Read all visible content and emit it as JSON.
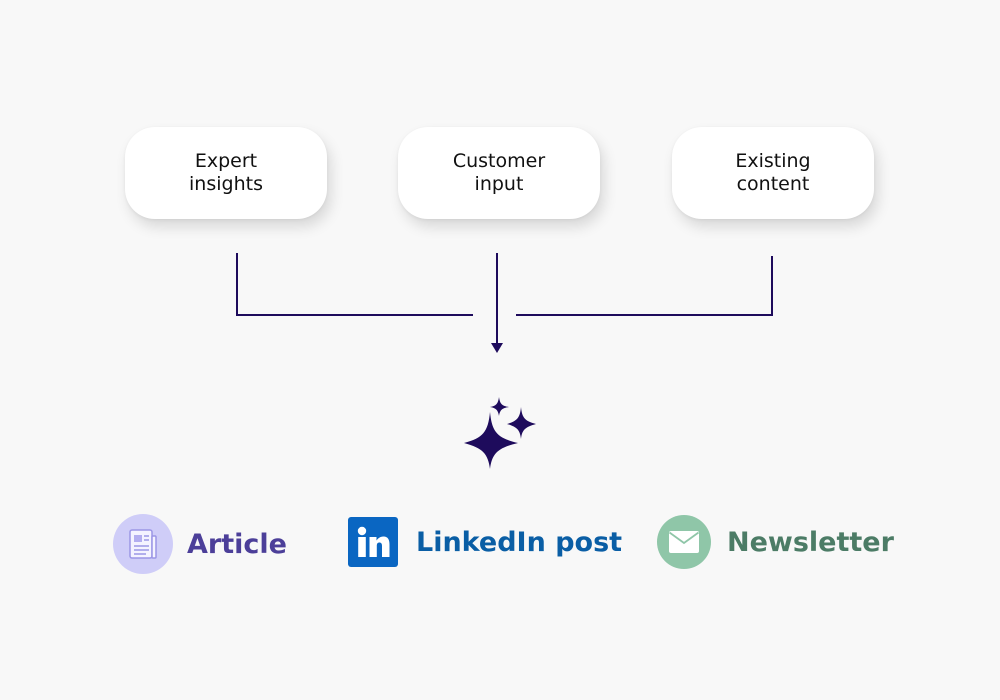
{
  "inputs": [
    {
      "line1": "Expert",
      "line2": "insights"
    },
    {
      "line1": "Customer",
      "line2": "input"
    },
    {
      "line1": "Existing",
      "line2": "content"
    }
  ],
  "outputs": [
    {
      "label": "Article",
      "icon": "newspaper-icon",
      "color": "#4c3f99"
    },
    {
      "label": "LinkedIn post",
      "icon": "linkedin-icon",
      "color": "#0a5ea5"
    },
    {
      "label": "Newsletter",
      "icon": "envelope-icon",
      "color": "#4c7c66"
    }
  ],
  "colors": {
    "connector": "#1e0b5c",
    "sparkle": "#1e0b5c",
    "background": "#f8f8f8"
  }
}
